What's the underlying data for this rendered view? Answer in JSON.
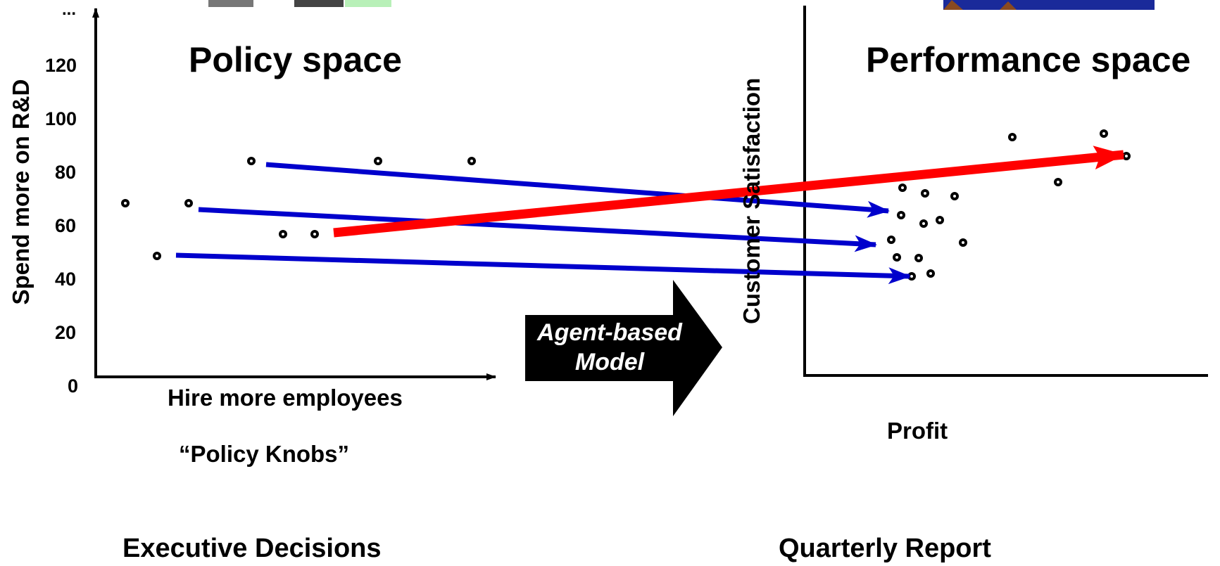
{
  "policy_panel": {
    "title": "Policy space",
    "y_axis_label": "Spend more on R&D",
    "x_axis_label": "Hire more employees",
    "y_ticks": [
      "0",
      "20",
      "40",
      "60",
      "80",
      "100",
      "120"
    ],
    "y_top_tick": "...",
    "subtitle": "“Policy Knobs”",
    "footer": "Executive Decisions",
    "points": [
      {
        "x": 1.0,
        "y": 68
      },
      {
        "x": 2.0,
        "y": 48
      },
      {
        "x": 3.0,
        "y": 68
      },
      {
        "x": 5.0,
        "y": 84
      },
      {
        "x": 6.0,
        "y": 56
      },
      {
        "x": 7.0,
        "y": 56
      },
      {
        "x": 9.0,
        "y": 84
      },
      {
        "x": 12.0,
        "y": 84
      }
    ]
  },
  "model_arrow": {
    "line1": "Agent-based",
    "line2": "Model"
  },
  "performance_panel": {
    "title": "Performance space",
    "y_axis_label": "Customer Satisfaction",
    "x_axis_label": "Profit",
    "footer": "Quarterly Report",
    "points": [
      {
        "x": 1.05,
        "y": 78
      },
      {
        "x": 1.55,
        "y": 73
      },
      {
        "x": 2.05,
        "y": 72
      },
      {
        "x": 2.55,
        "y": 70
      },
      {
        "x": 3.05,
        "y": 66
      },
      {
        "x": 3.45,
        "y": 64
      },
      {
        "x": 3.85,
        "y": 60
      },
      {
        "x": 4.35,
        "y": 59
      },
      {
        "x": 4.85,
        "y": 58
      },
      {
        "x": 5.35,
        "y": 56
      },
      {
        "x": 5.8,
        "y": 54
      },
      {
        "x": 6.25,
        "y": 52
      },
      {
        "x": 6.65,
        "y": 48
      },
      {
        "x": 7.0,
        "y": 46
      },
      {
        "x": 7.4,
        "y": 45
      },
      {
        "x": 7.75,
        "y": 44
      }
    ]
  },
  "mappings": [
    {
      "color": "#0000cc",
      "from": [
        5.5,
        80
      ],
      "to": [
        1.8,
        65
      ]
    },
    {
      "color": "#0000cc",
      "from": [
        3.3,
        64
      ],
      "to": [
        1.6,
        52
      ]
    },
    {
      "color": "#0000cc",
      "from": [
        2.6,
        46
      ],
      "to": [
        2.1,
        40
      ]
    },
    {
      "color": "#ff0000",
      "from": [
        7.6,
        56
      ],
      "to": [
        5.8,
        84
      ]
    }
  ],
  "colors": {
    "mapping_blue": "#0000cc",
    "mapping_red": "#ff0000",
    "axis": "#000000",
    "model_arrow": "#000000",
    "model_text": "#ffffff"
  }
}
